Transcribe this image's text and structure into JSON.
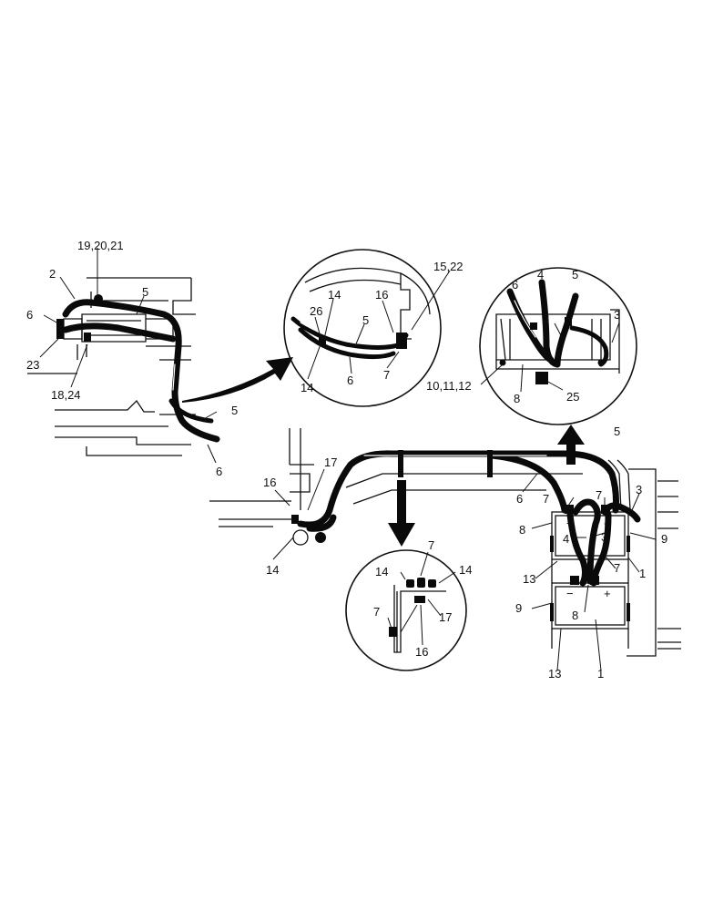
{
  "callouts": {
    "c1": "19,20,21",
    "c2": "2",
    "c3": "5",
    "c4": "6",
    "c5": "23",
    "c6": "18,24",
    "c7": "5",
    "c8": "6",
    "c9": "15,22",
    "c10": "16",
    "c11": "14",
    "c12": "26",
    "c13": "5",
    "c14": "14",
    "c15": "6",
    "c16": "7",
    "c17": "6",
    "c18": "4",
    "c19": "5",
    "c20": "3",
    "c21": "3",
    "c22": "10,11,12",
    "c23": "8",
    "c24": "25",
    "c25": "5",
    "c26": "17",
    "c27": "16",
    "c28": "6",
    "c29": "7",
    "c30": "7",
    "c31": "3",
    "c32": "8",
    "c33": "4",
    "c34": "3",
    "c35": "9",
    "c36": "13",
    "c37": "7",
    "c38": "1",
    "c39": "14",
    "c40": "9",
    "c41": "8",
    "c42": "13",
    "c43": "1",
    "c44": "7",
    "c45": "14",
    "c46": "14",
    "c47": "17",
    "c48": "7",
    "c49": "16"
  },
  "battery_terminals": {
    "minus": "−",
    "plus": "+"
  },
  "colors": {
    "ink": "#0a0a0a",
    "paper": "#ffffff"
  }
}
